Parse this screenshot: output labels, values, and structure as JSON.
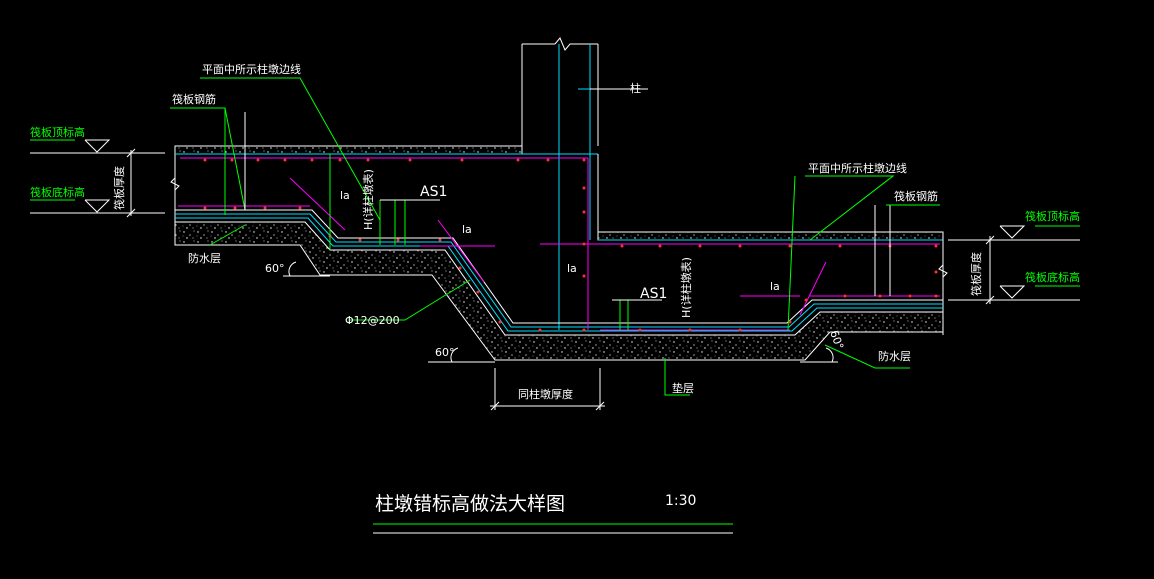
{
  "colors": {
    "background": "#000000",
    "cyan": "#00e0ff",
    "green": "#00ff00",
    "magenta": "#ff00ff",
    "white": "#ffffff",
    "rebar_dot": "#ff3030"
  },
  "labels": {
    "column_line_left": "平面中所示柱墩边线",
    "column_line_right": "平面中所示柱墩边线",
    "raft_rebar_left": "筏板钢筋",
    "raft_rebar_right": "筏板钢筋",
    "column": "柱",
    "raft_top_left": "筏板顶标高",
    "raft_bottom_left": "筏板底标高",
    "raft_thickness_left": "筏板厚度",
    "raft_top_right": "筏板顶标高",
    "raft_bottom_right": "筏板底标高",
    "raft_thickness_right": "筏板厚度",
    "as1_left": "AS1",
    "as1_right": "AS1",
    "la_1": "la",
    "la_2": "la",
    "la_3": "la",
    "la_4": "la",
    "h_left": "H(详柱墩表)",
    "h_right": "H(详柱墩表)",
    "waterproof_left": "防水层",
    "waterproof_right": "防水层",
    "rebar_spec": "Φ12@200",
    "angle_left_top": "60°",
    "angle_left_bottom": "60°",
    "angle_right": "60°",
    "same_thickness": "同柱墩厚度",
    "cushion": "垫层"
  },
  "title": {
    "text": "柱墩错标高做法大样图",
    "scale": "1:30"
  }
}
